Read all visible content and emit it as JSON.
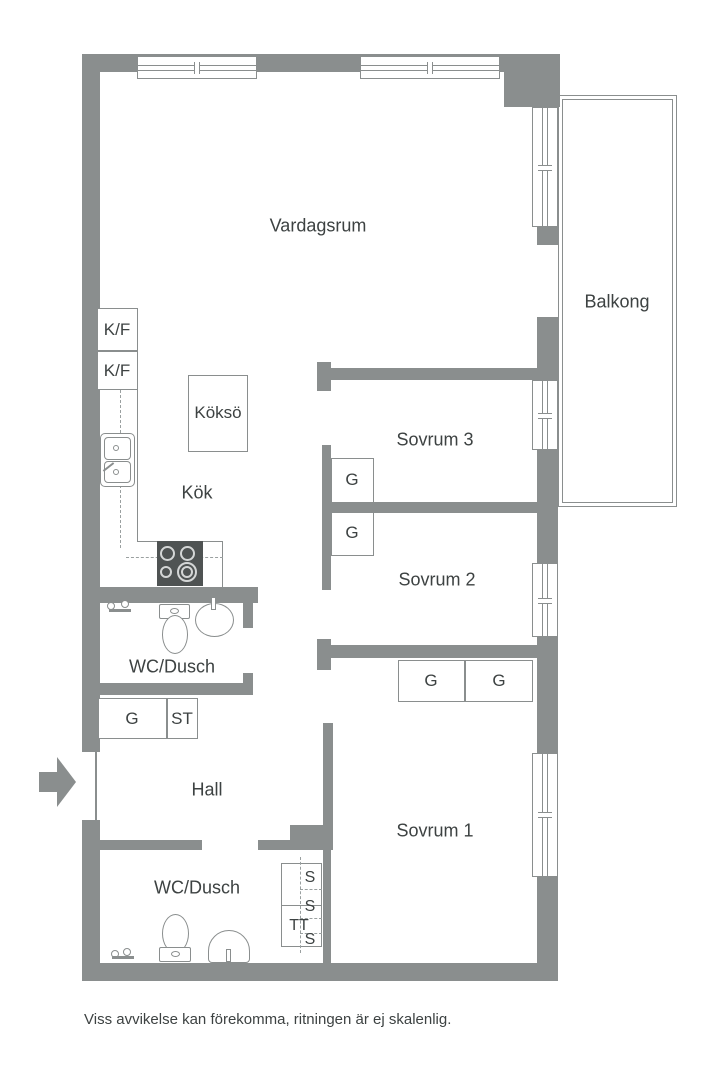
{
  "colors": {
    "wall": "#8a8e8e",
    "line": "#8a8e8e",
    "stove": "#4f5353",
    "text": "#3d4242"
  },
  "labels": {
    "vardagsrum": "Vardagsrum",
    "balkong": "Balkong",
    "sovrum3": "Sovrum 3",
    "sovrum2": "Sovrum 2",
    "sovrum1": "Sovrum 1",
    "kok": "Kök",
    "kokso": "Köksö",
    "wc_dusch_1": "WC/Dusch",
    "wc_dusch_2": "WC/Dusch",
    "hall": "Hall",
    "kf_1": "K/F",
    "kf_2": "K/F",
    "g_sov3": "G",
    "g_sov2": "G",
    "g_hall": "G",
    "st_hall": "ST",
    "g_sov1_a": "G",
    "g_sov1_b": "G",
    "s_1": "S",
    "s_2": "S",
    "tt": "TT",
    "s_3": "S"
  },
  "footer": {
    "note": "Viss avvikelse kan förekomma, ritningen är ej skalenlig."
  }
}
